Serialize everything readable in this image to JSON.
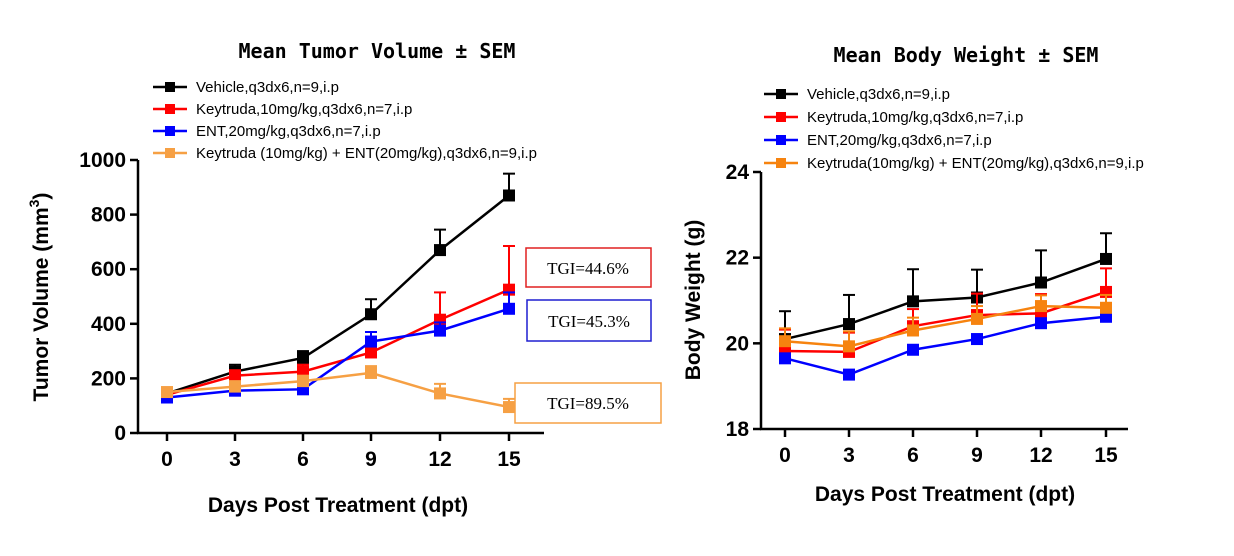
{
  "chart_data": [
    {
      "type": "line",
      "title": "Mean Tumor Volume ± SEM",
      "xlabel": "Days Post Treatment (dpt)",
      "ylabel": "Tumor Volume (mm",
      "ylabel_sup": "3",
      "ylabel_close": ")",
      "x": [
        0,
        3,
        6,
        9,
        12,
        15
      ],
      "xticks": [
        "0",
        "3",
        "6",
        "9",
        "12",
        "15"
      ],
      "ylim": [
        0,
        1000
      ],
      "yticks": [
        "0",
        "200",
        "400",
        "600",
        "800",
        "1000"
      ],
      "legend_position": "top-left",
      "series": [
        {
          "name": "Vehicle,q3dx6,n=9,i.p",
          "color": "#000000",
          "values": [
            145,
            225,
            275,
            435,
            670,
            870
          ],
          "errors": [
            15,
            25,
            25,
            55,
            75,
            80
          ]
        },
        {
          "name": "Keytruda,10mg/kg,q3dx6,n=7,i.p",
          "color": "#ff0000",
          "values": [
            140,
            210,
            225,
            295,
            415,
            525
          ],
          "errors": [
            15,
            20,
            25,
            30,
            100,
            160
          ]
        },
        {
          "name": "ENT,20mg/kg,q3dx6,n=7,i.p",
          "color": "#0000ff",
          "values": [
            130,
            155,
            160,
            335,
            375,
            455
          ],
          "errors": [
            10,
            15,
            15,
            35,
            30,
            60
          ]
        },
        {
          "name": "Keytruda (10mg/kg) + ENT(20mg/kg),q3dx6,n=9,i.p",
          "color": "#f6a044",
          "values": [
            150,
            170,
            190,
            220,
            145,
            95
          ],
          "errors": [
            15,
            20,
            20,
            25,
            35,
            30
          ]
        }
      ],
      "annotations": [
        {
          "text": "TGI=44.6%",
          "color": "#e02020"
        },
        {
          "text": "TGI=45.3%",
          "color": "#1f1fd0"
        },
        {
          "text": "TGI=89.5%",
          "color": "#f6a044"
        }
      ]
    },
    {
      "type": "line",
      "title": "Mean Body Weight ± SEM",
      "xlabel": "Days Post Treatment (dpt)",
      "ylabel": "Body Weight (g)",
      "x": [
        0,
        3,
        6,
        9,
        12,
        15
      ],
      "xticks": [
        "0",
        "3",
        "6",
        "9",
        "12",
        "15"
      ],
      "ylim": [
        18,
        24
      ],
      "yticks": [
        "18",
        "20",
        "22",
        "24"
      ],
      "legend_position": "top",
      "series": [
        {
          "name": "Vehicle,q3dx6,n=9,i.p",
          "color": "#000000",
          "values": [
            20.1,
            20.45,
            20.98,
            21.07,
            21.42,
            21.97
          ],
          "errors": [
            0.65,
            0.68,
            0.75,
            0.65,
            0.75,
            0.6
          ]
        },
        {
          "name": "Keytruda,10mg/kg,q3dx6,n=7,i.p",
          "color": "#ff0000",
          "values": [
            19.82,
            19.8,
            20.4,
            20.66,
            20.7,
            21.2
          ],
          "errors": [
            0.5,
            0.45,
            0.4,
            0.5,
            0.45,
            0.55
          ]
        },
        {
          "name": "ENT,20mg/kg,q3dx6,n=7,i.p",
          "color": "#0000ff",
          "values": [
            19.65,
            19.27,
            19.85,
            20.1,
            20.47,
            20.62
          ],
          "errors": [
            0.1,
            0.1,
            0.1,
            0.1,
            0.1,
            0.1
          ]
        },
        {
          "name": "Keytruda(10mg/kg) + ENT(20mg/kg),q3dx6,n=9,i.p",
          "color": "#f6830f",
          "values": [
            20.05,
            19.93,
            20.3,
            20.57,
            20.87,
            20.83
          ],
          "errors": [
            0.3,
            0.35,
            0.3,
            0.3,
            0.25,
            0.3
          ]
        }
      ]
    }
  ]
}
